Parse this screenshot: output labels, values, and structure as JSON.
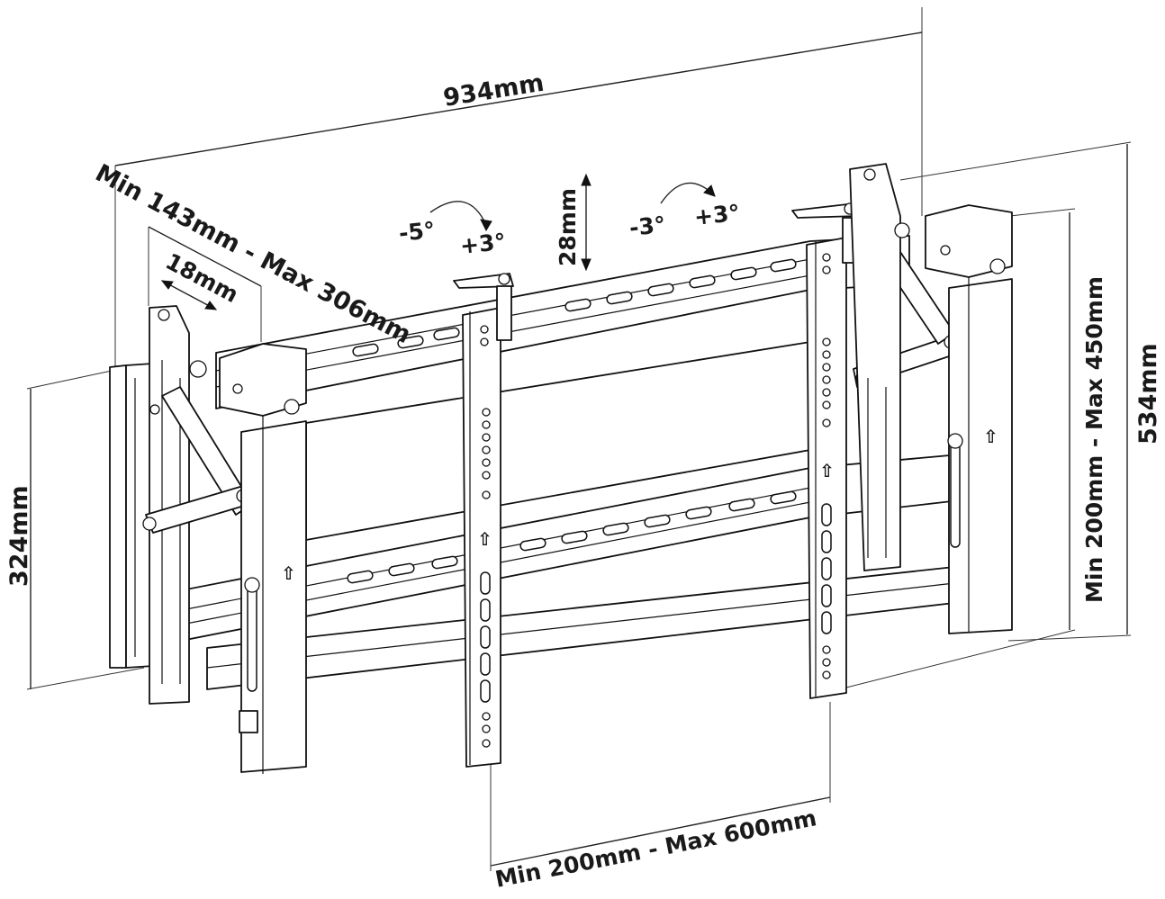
{
  "dimensions": {
    "overall_width": "934mm",
    "overall_height": "534mm",
    "bracket_spacing": "Min 200mm - Max 600mm",
    "vertical_hole_range": "Min 200mm - Max 450mm",
    "depth_range": "Min 143mm - Max 306mm",
    "pop_out": "18mm",
    "left_height": "324mm",
    "fine_adjust": "28mm"
  },
  "tilt": {
    "left_minus": "-5°",
    "left_plus": "+3°",
    "right_minus": "-3°",
    "right_plus": "+3°"
  },
  "colors": {
    "line": "#111111",
    "background": "#ffffff"
  }
}
